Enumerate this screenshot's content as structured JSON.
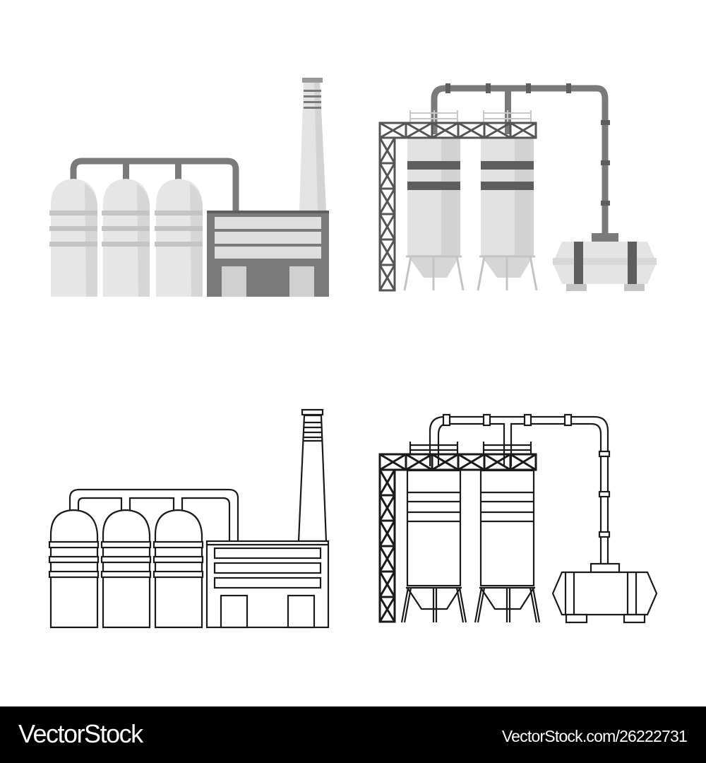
{
  "illustrations": [
    {
      "name": "factory-flat",
      "style": "flat-gray",
      "description": "Three domed storage tanks connected by a pipe to a factory building with smokestack"
    },
    {
      "name": "silo-plant-flat",
      "style": "flat-gray",
      "description": "Two silos under a steel truss frame with overhead pipe leading to a horizontal tank"
    },
    {
      "name": "factory-outline",
      "style": "outline",
      "description": "Outline version of three domed tanks, pipe and factory with smokestack"
    },
    {
      "name": "silo-plant-outline",
      "style": "outline",
      "description": "Outline version of two silos, truss frame, pipe and horizontal tank"
    }
  ],
  "colors": {
    "background": "#ffffff",
    "light_gray": "#e3e3e3",
    "mid_gray": "#c4c4c4",
    "dark_gray": "#7a7a7a",
    "darker_gray": "#5e5e5e",
    "outline": "#1a1a1a",
    "footer_bg": "#000000",
    "footer_text": "#ffffff"
  },
  "footer": {
    "brand": "VectorStock",
    "url": "VectorStock.com/26222731"
  }
}
